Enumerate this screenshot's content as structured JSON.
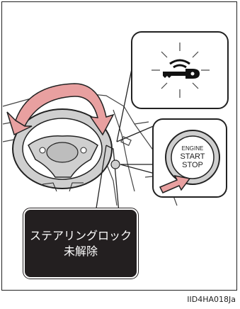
{
  "figure": {
    "warning_line1": "ステアリングロック",
    "warning_line2": "未解除",
    "id": "IID4HA018Ja"
  },
  "start_button": {
    "line1": "ENGINE",
    "line2": "START",
    "line3": "STOP"
  },
  "icons": {
    "indicator": "steering-lock-key-icon",
    "rotation": "steering-turn-arrow-icon",
    "press": "press-arrow-icon"
  },
  "colors": {
    "rotation_arrow": "#e8a0a0",
    "press_arrow": "#e8a0a0",
    "warning_box": "#231f20"
  }
}
